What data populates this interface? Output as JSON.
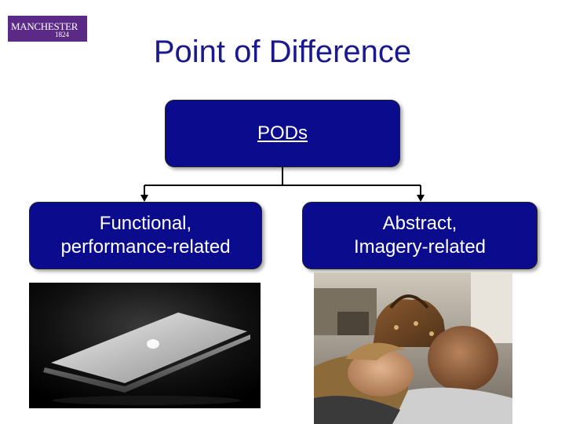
{
  "logo": {
    "word": "MANCHESTER",
    "year": "1824"
  },
  "title": "Point of Difference",
  "root_box": {
    "label": "PODs"
  },
  "children": [
    {
      "label_line1": "Functional,",
      "label_line2": "performance-related"
    },
    {
      "label_line1": "Abstract,",
      "label_line2": "Imagery-related"
    }
  ],
  "images": [
    {
      "icon": "laptop-photo"
    },
    {
      "icon": "couple-photo"
    }
  ]
}
